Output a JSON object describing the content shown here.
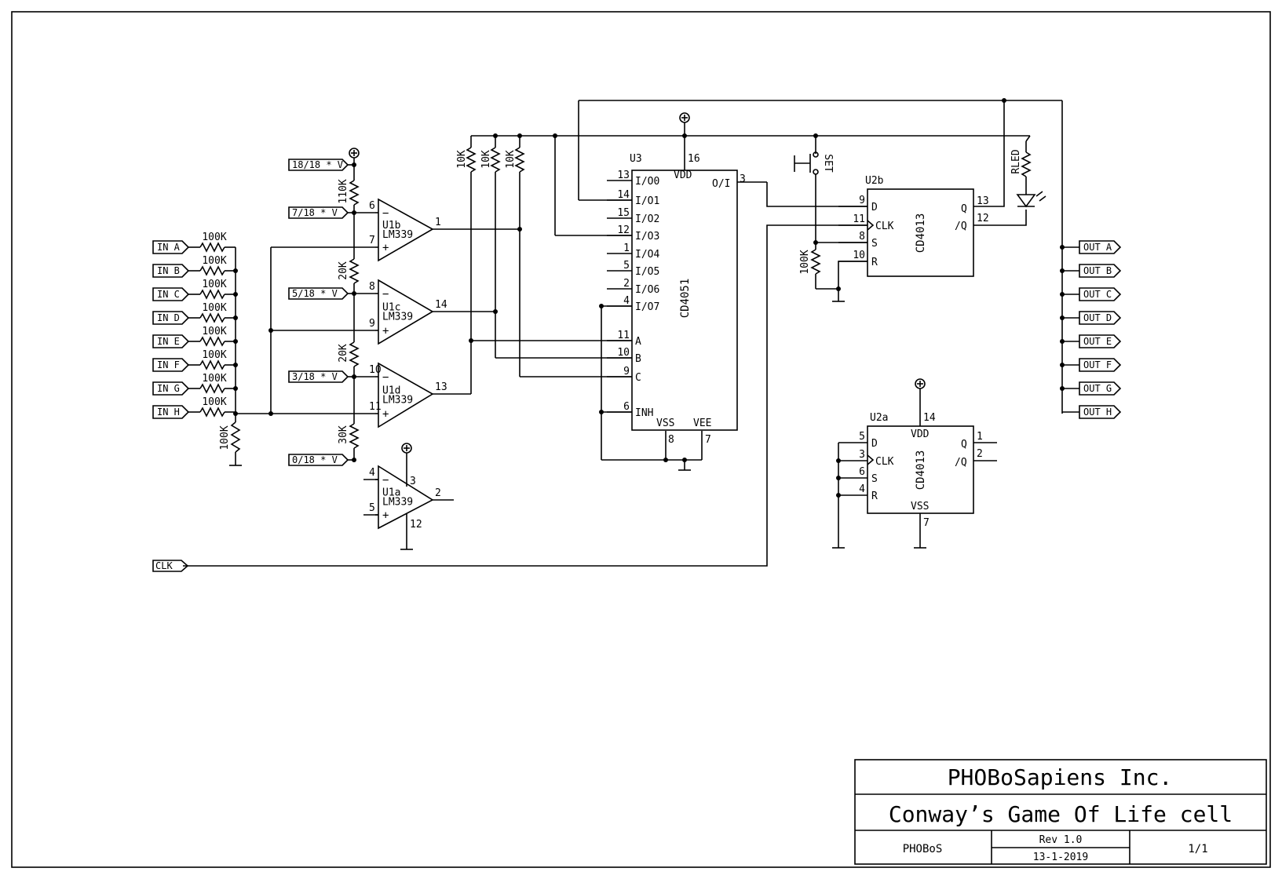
{
  "title_block": {
    "company": "PHOBoSapiens Inc.",
    "title": "Conway’s Game Of Life cell",
    "author": "PHOBoS",
    "revision": "Rev 1.0",
    "date": "13-1-2019",
    "sheet": "1/1"
  },
  "inputs": [
    "IN A",
    "IN B",
    "IN C",
    "IN D",
    "IN E",
    "IN F",
    "IN G",
    "IN H"
  ],
  "outputs": [
    "OUT A",
    "OUT B",
    "OUT C",
    "OUT D",
    "OUT E",
    "OUT F",
    "OUT G",
    "OUT H"
  ],
  "clk_label": "CLK",
  "ref_voltages": [
    "18/18 * V",
    "7/18 * V",
    "5/18 * V",
    "3/18 * V",
    "0/18 * V"
  ],
  "input_resistor": "100K",
  "divider": {
    "r1": "110K",
    "r2": "20K",
    "r3": "20K",
    "r4": "30K",
    "pulldown": "100K"
  },
  "pullups": [
    "10K",
    "10K",
    "10K"
  ],
  "comparators": [
    {
      "ref": "U1b",
      "part": "LM339",
      "pin_neg": "6",
      "pin_pos": "7",
      "pin_out": "1"
    },
    {
      "ref": "U1c",
      "part": "LM339",
      "pin_neg": "8",
      "pin_pos": "9",
      "pin_out": "14"
    },
    {
      "ref": "U1d",
      "part": "LM339",
      "pin_neg": "10",
      "pin_pos": "11",
      "pin_out": "13"
    },
    {
      "ref": "U1a",
      "part": "LM339",
      "pin_neg": "4",
      "pin_pos": "5",
      "pin_out": "2",
      "pin_vcc": "3",
      "pin_gnd": "12"
    }
  ],
  "mux": {
    "ref": "U3",
    "part": "CD4051",
    "vdd": "VDD",
    "vdd_pin": "16",
    "out_name": "O/I",
    "out_pin": "3",
    "pins": [
      {
        "name": "I/O0",
        "num": "13"
      },
      {
        "name": "I/O1",
        "num": "14"
      },
      {
        "name": "I/O2",
        "num": "15"
      },
      {
        "name": "I/O3",
        "num": "12"
      },
      {
        "name": "I/O4",
        "num": "1"
      },
      {
        "name": "I/O5",
        "num": "5"
      },
      {
        "name": "I/O6",
        "num": "2"
      },
      {
        "name": "I/O7",
        "num": "4"
      },
      {
        "name": "A",
        "num": "11"
      },
      {
        "name": "B",
        "num": "10"
      },
      {
        "name": "C",
        "num": "9"
      },
      {
        "name": "INH",
        "num": "6"
      }
    ],
    "vss": "VSS",
    "vss_pin": "8",
    "vee": "VEE",
    "vee_pin": "7"
  },
  "flipflop_b": {
    "ref": "U2b",
    "part": "CD4013",
    "pins": [
      {
        "name": "D",
        "num": "9"
      },
      {
        "name": "CLK",
        "num": "11"
      },
      {
        "name": "S",
        "num": "8"
      },
      {
        "name": "R",
        "num": "10"
      }
    ],
    "q": "Q",
    "q_pin": "13",
    "nq": "/Q",
    "nq_pin": "12"
  },
  "flipflop_a": {
    "ref": "U2a",
    "part": "CD4013",
    "vdd": "VDD",
    "vdd_pin": "14",
    "vss": "VSS",
    "vss_pin": "7",
    "pins": [
      {
        "name": "D",
        "num": "5"
      },
      {
        "name": "CLK",
        "num": "3"
      },
      {
        "name": "S",
        "num": "6"
      },
      {
        "name": "R",
        "num": "4"
      }
    ],
    "q": "Q",
    "q_pin": "1",
    "nq": "/Q",
    "nq_pin": "2"
  },
  "set_button": "SET",
  "set_resistor": "100K",
  "led_resistor": "RLED"
}
